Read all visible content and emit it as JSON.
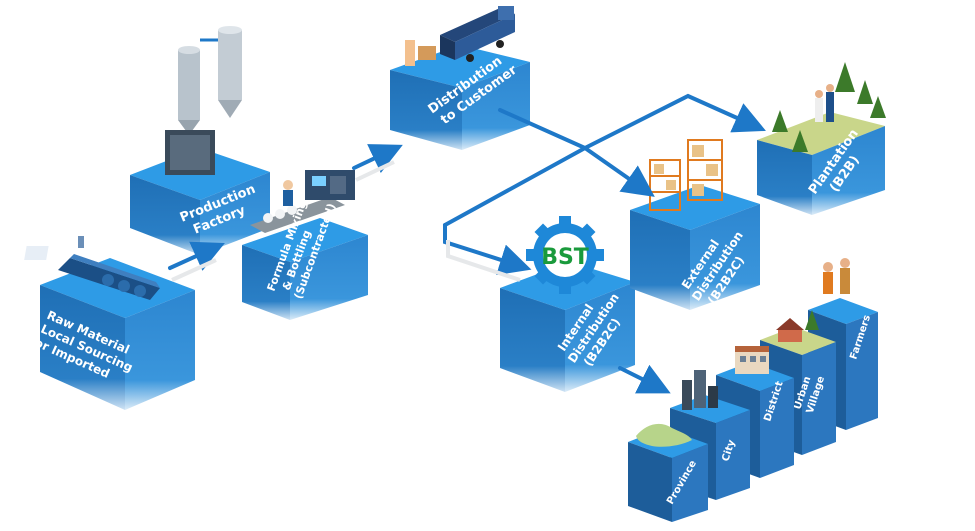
{
  "stages": {
    "raw_material": [
      "Raw Material",
      "Local Sourcing",
      "or Imported"
    ],
    "production": [
      "Production",
      "Factory"
    ],
    "formula": [
      "Formula Mixing",
      "& Bottling",
      "(Subcontracted)"
    ],
    "distribution": [
      "Distribution",
      "to Customer"
    ],
    "internal": [
      "Internal",
      "Distribution",
      "(B2B2C)"
    ],
    "external": [
      "External",
      "Distribution",
      "(B2B2C)"
    ],
    "plantation": [
      "Plantation",
      "(B2B)"
    ]
  },
  "logo": {
    "text": "BST"
  },
  "tiers": [
    "Province",
    "City",
    "District",
    "Urban",
    "Village",
    "Farmers"
  ],
  "colors": {
    "top": "#2e9be6",
    "side_dark": "#1d5d9a",
    "side_light": "#2c77bf",
    "arrow": "#1e78c8",
    "grass": "#c9d68a"
  }
}
